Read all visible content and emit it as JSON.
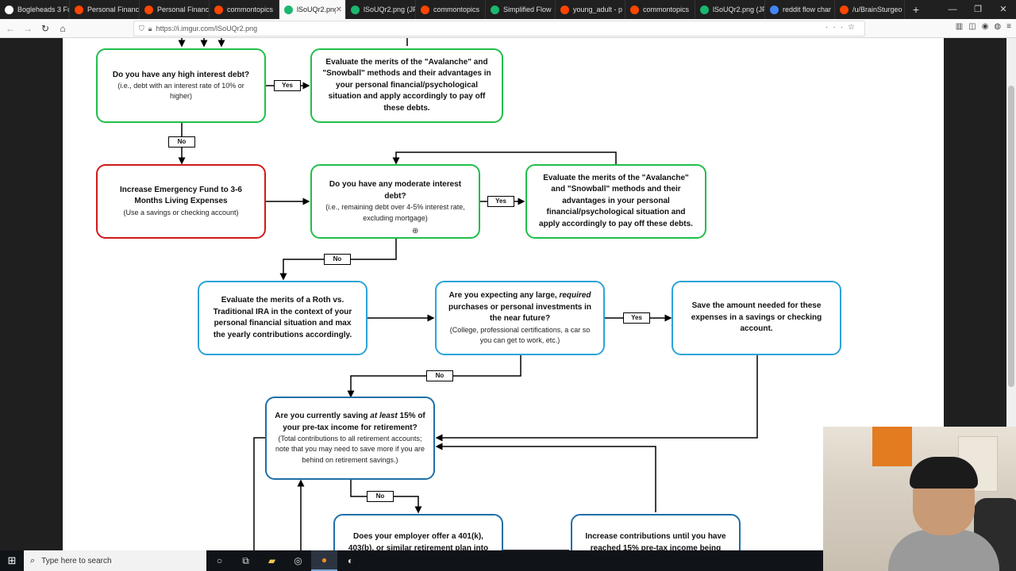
{
  "browser": {
    "tabs": [
      {
        "label": "Bogleheads 3 Fu",
        "color": "#ffffff",
        "active": false
      },
      {
        "label": "Personal Finance",
        "color": "#ff4500",
        "active": false
      },
      {
        "label": "Personal Finance",
        "color": "#ff4500",
        "active": false
      },
      {
        "label": "commontopics",
        "color": "#ff4500",
        "active": false
      },
      {
        "label": "lSoUQr2.png",
        "color": "#1bb76e",
        "active": true
      },
      {
        "label": "lSoUQr2.png (JP",
        "color": "#1bb76e",
        "active": false
      },
      {
        "label": "commontopics",
        "color": "#ff4500",
        "active": false
      },
      {
        "label": "Simplified Flow",
        "color": "#1bb76e",
        "active": false
      },
      {
        "label": "young_adult - p",
        "color": "#ff4500",
        "active": false
      },
      {
        "label": "commontopics",
        "color": "#ff4500",
        "active": false
      },
      {
        "label": "lSoUQr2.png (JP",
        "color": "#1bb76e",
        "active": false
      },
      {
        "label": "reddit flow char",
        "color": "#4285f4",
        "active": false
      },
      {
        "label": "/u/BrainSturgeo",
        "color": "#ff4500",
        "active": false
      }
    ],
    "url": "https://i.imgur.com/lSoUQr2.png"
  },
  "flowchart": {
    "high_interest": {
      "question": "Do you have any high interest debt?",
      "detail": "(i.e., debt with an interest rate of 10% or higher)"
    },
    "avalanche_1": "Evaluate the merits of the \"Avalanche\" and \"Snowball\" methods and their advantages in your personal financial/psychological situation and apply accordingly to pay off these debts.",
    "emergency_fund": {
      "title": "Increase Emergency Fund to 3-6 Months Living Expenses",
      "detail": "(Use a savings or checking account)"
    },
    "moderate_interest": {
      "question": "Do you have any moderate interest debt?",
      "detail": "(i.e., remaining debt over 4-5% interest rate, excluding mortgage)"
    },
    "avalanche_2": "Evaluate the merits of the \"Avalanche\" and \"Snowball\" methods and their advantages in your personal financial/psychological situation and apply accordingly to pay off these debts.",
    "roth_ira": "Evaluate the merits of a Roth vs. Traditional IRA in the context of your personal financial situation and max the yearly contributions accordingly.",
    "large_purchases": {
      "question_pre": "Are you expecting any large,",
      "question_em": "required",
      "question_post": "purchases or personal investments in the near future?",
      "detail": "(College, professional certifications, a car so you can get to work, etc.)"
    },
    "save_amount": "Save the amount needed for these expenses in a savings or checking account.",
    "saving_15": {
      "question_pre": "Are you currently saving",
      "question_em": "at least",
      "question_post": "15% of your pre-tax income for retirement?",
      "detail": "(Total contributions to all retirement accounts; note that you may need to save more if you are behind on retirement savings.)"
    },
    "employer_401k": "Does your employer offer a 401(k), 403(b), or similar retirement plan into",
    "increase_contrib": "Increase contributions until you have reached 15% pre-tax income being",
    "labels": {
      "yes": "Yes",
      "no": "No"
    }
  },
  "taskbar": {
    "search_placeholder": "Type here to search"
  }
}
